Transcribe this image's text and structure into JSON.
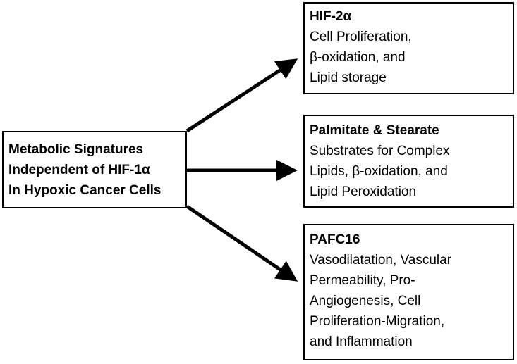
{
  "source": {
    "lines": [
      "Metabolic Signatures",
      "Independent of HIF-1α",
      "In Hypoxic Cancer Cells"
    ]
  },
  "targets": [
    {
      "title": "HIF-2α",
      "lines": [
        "Cell Proliferation,",
        "β-oxidation, and",
        "Lipid storage"
      ]
    },
    {
      "title": "Palmitate & Stearate",
      "lines": [
        "Substrates for Complex",
        "Lipids, β-oxidation, and",
        "Lipid Peroxidation"
      ]
    },
    {
      "title": "PAFC16",
      "lines": [
        "Vasodilatation, Vascular",
        "Permeability, Pro-",
        "Angiogenesis, Cell",
        "Proliferation-Migration,",
        "and Inflammation"
      ]
    }
  ]
}
